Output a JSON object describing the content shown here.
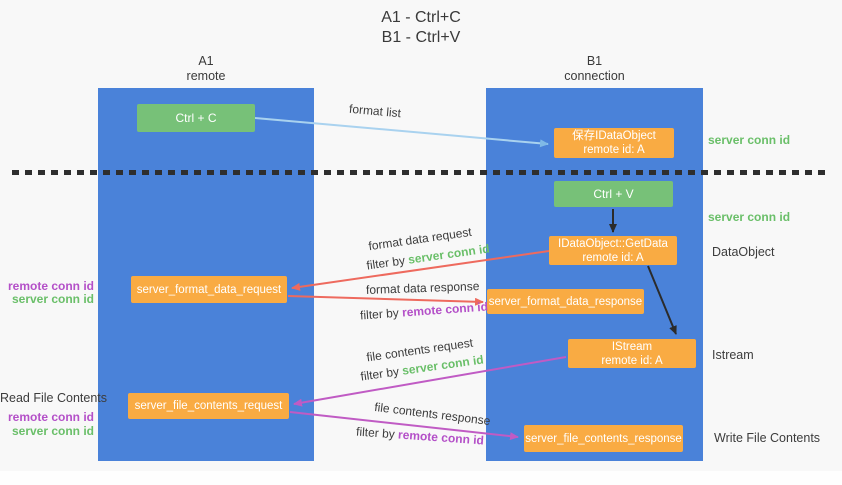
{
  "title": {
    "line1": "A1 - Ctrl+C",
    "line2": "B1 - Ctrl+V"
  },
  "lanes": {
    "left": {
      "name": "A1",
      "role": "remote"
    },
    "right": {
      "name": "B1",
      "role": "connection"
    }
  },
  "nodes": {
    "ctrl_c": {
      "label": "Ctrl + C"
    },
    "ctrl_v": {
      "label": "Ctrl + V"
    },
    "save_idataobject": {
      "line1": "保存IDataObject",
      "line2": "remote id: A"
    },
    "idataobject_getdata": {
      "line1": "IDataObject::GetData",
      "line2": "remote id: A"
    },
    "istream": {
      "line1": "IStream",
      "line2": "remote id: A"
    },
    "server_format_data_request": {
      "label": "server_format_data_request"
    },
    "server_format_data_response": {
      "label": "server_format_data_response"
    },
    "server_file_contents_request": {
      "label": "server_file_contents_request"
    },
    "server_file_contents_response": {
      "label": "server_file_contents_response"
    }
  },
  "arrows": {
    "format_list": {
      "label": "format list"
    },
    "format_data_request": {
      "label": "format data request",
      "filter_prefix": "filter by ",
      "filter_key": "server conn id"
    },
    "format_data_response": {
      "label": "format data response",
      "filter_prefix": "filter by ",
      "filter_key": "remote conn id"
    },
    "file_contents_request": {
      "label": "file contents request",
      "filter_prefix": "filter by ",
      "filter_key": "server conn id"
    },
    "file_contents_response": {
      "label": "file contents response",
      "filter_prefix": "filter by ",
      "filter_key": "remote conn id"
    }
  },
  "annotations": {
    "right_server_conn_id_1": "server conn id",
    "right_server_conn_id_2": "server conn id",
    "dataobject": "DataObject",
    "istream": "Istream",
    "write_file_contents": "Write File Contents",
    "left_remote_conn_id_1": "remote conn id",
    "left_server_conn_id_1": "server conn id",
    "read_file_contents": "Read File Contents",
    "left_remote_conn_id_2": "remote conn id",
    "left_server_conn_id_2": "server conn id"
  },
  "colors": {
    "lane_blue": "#4a82d9",
    "node_green": "#77c178",
    "node_orange": "#f9ab43",
    "arrow_red": "#ee6a5e",
    "arrow_purple": "#c05bc4",
    "arrow_lightblue": "#a9d2ef",
    "arrow_black": "#2b2b2b",
    "text_green": "#6abf69",
    "text_purple": "#b450c8",
    "text_dark": "#3c3c3c",
    "background": "#f8f8f8"
  }
}
